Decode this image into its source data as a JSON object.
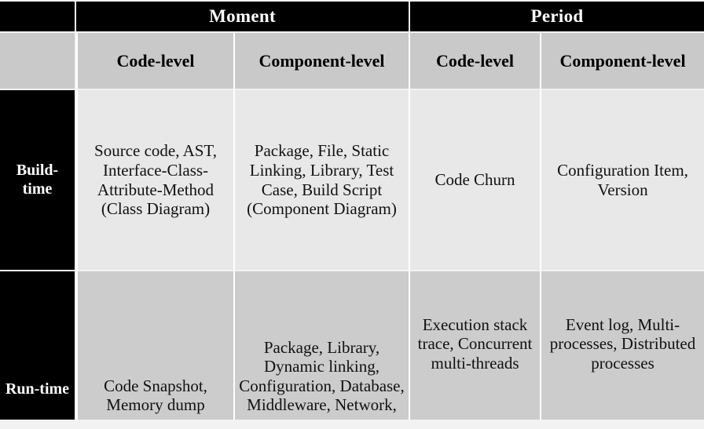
{
  "table": {
    "corner_label": "",
    "column_groups": [
      {
        "label": "Moment",
        "span": 2
      },
      {
        "label": "Period",
        "span": 2
      }
    ],
    "sub_headers": [
      "Code-level",
      "Component-level",
      "Code-level",
      "Component-level"
    ],
    "rows": [
      {
        "label": "Build-time",
        "cells": [
          "Source code, AST, Interface-Class-Attribute-Method (Class Diagram)",
          "Package, File, Static Linking, Library, Test Case, Build Script (Component Diagram)",
          "Code Churn",
          "Configuration Item, Version"
        ]
      },
      {
        "label": "Run-time",
        "cells": [
          "Code Snapshot, Memory dump",
          "Package, Library, Dynamic  linking, Configuration, Database, Middleware, Network,",
          "Execution stack trace, Concurrent multi-threads",
          "Event log, Multi-processes, Distributed processes"
        ]
      }
    ],
    "colors": {
      "header_group_bg": "#000000",
      "header_group_text": "#ffffff",
      "sub_header_bg": "#c9c9c9",
      "sub_header_text": "#000000",
      "row_label_bg": "#000000",
      "row_label_text": "#ffffff",
      "row_build_bg": "#e8e8e8",
      "row_run_bg": "#cccccc",
      "page_bg": "#f2f2f2",
      "gridline": "#ffffff"
    }
  }
}
